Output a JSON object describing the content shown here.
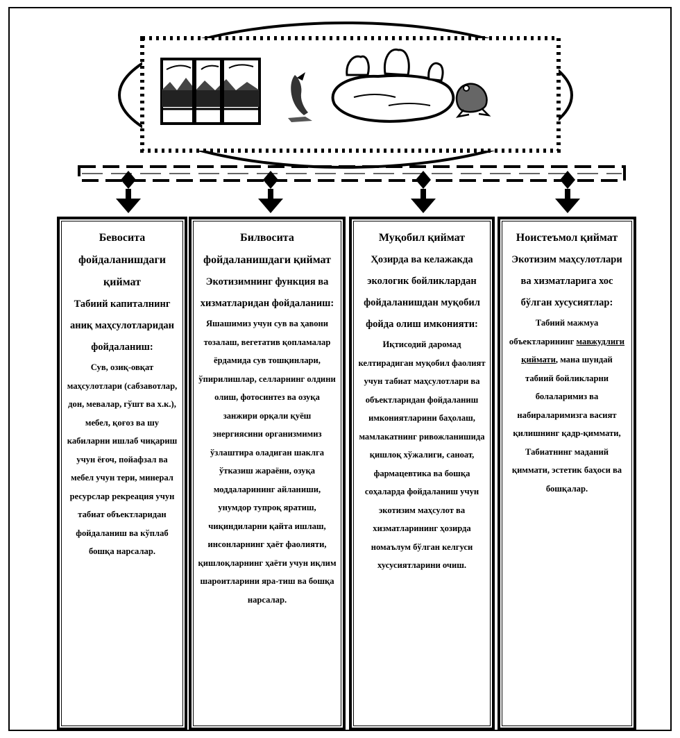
{
  "columns": [
    {
      "title": "Бевосита фойдаланишдаги қиймат",
      "subtitle": "Табиий капиталнинг аниқ маҳсулотларидан фойдаланиш:",
      "text": "Сув, озиқ-овқат маҳсулотлари (сабзавотлар, дон, мевалар, гўшт ва х.к.), мебел, қоғоз ва шу кабиларни ишлаб чиқариш учун ёғоч, пойафзал ва мебел учун тери, минерал ресурслар рекреация учун табиат объектларидан фойдаланиш ва кўплаб бошқа нарсалар."
    },
    {
      "title": "Билвосита фойдаланишдаги қиймат",
      "subtitle": "Экотизимнинг функция ва хизматларидан фойдаланиш:",
      "text": "Яшашимиз учун сув ва ҳавони тозалаш, вегетатив қопламалар ёрдамида сув тошқинлари, ўпирилишлар, селларнинг олдини олиш, фотосинтез ва озуқа занжири орқали қуёш энергиясини организмимиз ўзлаштира оладиган шаклга ўтказиш жараёни, озуқа моддаларининг айланиши, унумдор тупроқ яратиш, чиқиндиларни қайта ишлаш, инсонларнинг ҳаёт фаолияти, қишлоқларнинг ҳаёти учун иқлим шароитларини яра-тиш ва бошқа нарсалар."
    },
    {
      "title": "Муқобил қиймат",
      "subtitle": "Ҳозирда ва келажакда экологик бойликлардан фойдаланишдан муқобил фойда олиш имконияти:",
      "text": "Иқтисодий даромад келтирадиган муқобил фаолият учун табиат маҳсулотлари ва объектларидан фойдаланиш имкониятларини баҳолаш, мамлакатнинг ривожланишида қишлоқ хўжалиги, саноат, фармацевтика ва бошқа соҳаларда фойдаланиш учун экотизим маҳсулот ва хизматларининг ҳозирда номаълум бўлган келгуси хусусиятларини очиш."
    },
    {
      "title": "Ноистеъмол қиймат",
      "subtitle": "Экотизим маҳсулотлари ва хизматларига хос бўлган хусусиятлар:",
      "text_before": "Табиий мажмуа объектларининг ",
      "text_underlined": "мавжудлиги қиймати",
      "text_after": ", мана шундай табиий бойликларни болаларимиз ва набираларимизга васият қилишнинг қадр-қиммати, Табиатнинг маданий қиммати, эстетик баҳоси ва бошқалар."
    }
  ]
}
